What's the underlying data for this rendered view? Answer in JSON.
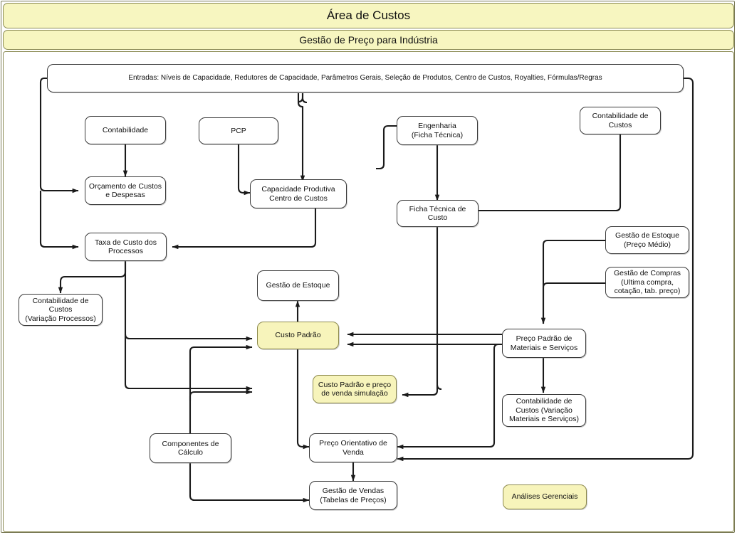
{
  "header": {
    "title": "Área de Custos",
    "subtitle": "Gestão de Preço para Indústria"
  },
  "diagram": {
    "type": "flowchart",
    "accent_fill": "#f7f4bb",
    "header_fill": "#f7f6c0",
    "node_fill": "#ffffff",
    "line_color": "#1a1a1a",
    "nodes": [
      {
        "id": "entradas",
        "label": "Entradas: Níveis de Capacidade, Redutores de Capacidade, Parâmetros Gerais, Seleção de Produtos, Centro de Custos, Royalties, Fórmulas/Regras",
        "highlight": false
      },
      {
        "id": "contabilidade",
        "label": "Contabilidade",
        "highlight": false
      },
      {
        "id": "pcp",
        "label": "PCP",
        "highlight": false
      },
      {
        "id": "engenharia",
        "label": "Engenharia\n(Ficha Técnica)",
        "highlight": false
      },
      {
        "id": "contab-custos",
        "label": "Contabilidade de\nCustos",
        "highlight": false
      },
      {
        "id": "orcamento",
        "label": "Orçamento de Custos\ne Despesas",
        "highlight": false
      },
      {
        "id": "capacidade",
        "label": "Capacidade Produtiva\nCentro de Custos",
        "highlight": false
      },
      {
        "id": "ficha-custo",
        "label": "Ficha Técnica de\nCusto",
        "highlight": false
      },
      {
        "id": "taxa-custo",
        "label": "Taxa de Custo dos\nProcessos",
        "highlight": false
      },
      {
        "id": "gestao-estoque-pm",
        "label": "Gestão de Estoque\n(Preço Médio)",
        "highlight": false
      },
      {
        "id": "gestao-compras",
        "label": "Gestão de Compras\n(Ultima compra,\ncotação, tab. preço)",
        "highlight": false
      },
      {
        "id": "gestao-estoque",
        "label": "Gestão de Estoque",
        "highlight": false
      },
      {
        "id": "contab-var-proc",
        "label": "Contabilidade de\nCustos\n(Variação Processos)",
        "highlight": false
      },
      {
        "id": "custo-padrao",
        "label": "Custo Padrão",
        "highlight": true
      },
      {
        "id": "preco-padrao-mat",
        "label": "Preço Padrão de\nMateriais e Serviços",
        "highlight": false
      },
      {
        "id": "custo-padrao-sim",
        "label": "Custo Padrão e preço\nde venda simulação",
        "highlight": true
      },
      {
        "id": "contab-var-mat",
        "label": "Contabilidade de\nCustos (Variação\nMateriais e Serviços)",
        "highlight": false
      },
      {
        "id": "componentes",
        "label": "Componentes de\nCálculo",
        "highlight": false
      },
      {
        "id": "preco-orient",
        "label": "Preço Orientativo de\nVenda",
        "highlight": false
      },
      {
        "id": "gestao-vendas",
        "label": "Gestão de Vendas\n(Tabelas de Preços)",
        "highlight": false
      },
      {
        "id": "analises",
        "label": "Análises Gerenciais",
        "highlight": true
      }
    ],
    "edges": [
      {
        "from": "entradas",
        "to": "orcamento"
      },
      {
        "from": "entradas",
        "to": "taxa-custo"
      },
      {
        "from": "entradas",
        "to": "capacidade"
      },
      {
        "from": "entradas",
        "to": "ficha-custo"
      },
      {
        "from": "entradas",
        "to": "preco-orient"
      },
      {
        "from": "contabilidade",
        "to": "orcamento"
      },
      {
        "from": "pcp",
        "to": "capacidade"
      },
      {
        "from": "capacidade",
        "to": "taxa-custo"
      },
      {
        "from": "engenharia",
        "to": "ficha-custo",
        "bidirectional": true
      },
      {
        "from": "ficha-custo",
        "to": "contab-custos"
      },
      {
        "from": "ficha-custo",
        "to": "custo-padrao"
      },
      {
        "from": "ficha-custo",
        "to": "custo-padrao-sim"
      },
      {
        "from": "taxa-custo",
        "to": "contab-var-proc"
      },
      {
        "from": "taxa-custo",
        "to": "custo-padrao"
      },
      {
        "from": "taxa-custo",
        "to": "custo-padrao-sim"
      },
      {
        "from": "custo-padrao",
        "to": "gestao-estoque"
      },
      {
        "from": "custo-padrao",
        "to": "preco-orient"
      },
      {
        "from": "gestao-estoque-pm",
        "to": "preco-padrao-mat"
      },
      {
        "from": "gestao-compras",
        "to": "preco-padrao-mat"
      },
      {
        "from": "preco-padrao-mat",
        "to": "custo-padrao"
      },
      {
        "from": "preco-padrao-mat",
        "to": "contab-var-mat"
      },
      {
        "from": "preco-padrao-mat",
        "to": "preco-orient"
      },
      {
        "from": "componentes",
        "to": "custo-padrao"
      },
      {
        "from": "componentes",
        "to": "custo-padrao-sim"
      },
      {
        "from": "componentes",
        "to": "gestao-vendas"
      },
      {
        "from": "preco-orient",
        "to": "gestao-vendas"
      }
    ]
  }
}
